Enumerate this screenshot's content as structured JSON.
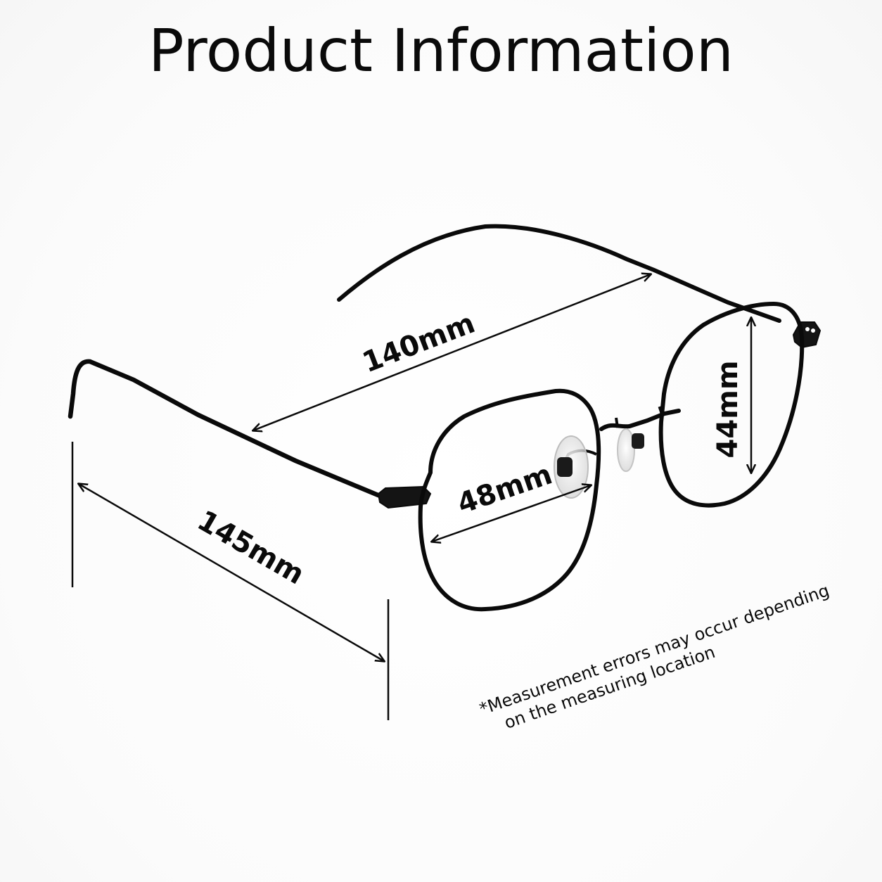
{
  "title": "Product Information",
  "dimensions": {
    "temple_span": "140mm",
    "lens_height": "44mm",
    "lens_width": "48mm",
    "temple_length": "145mm"
  },
  "note": {
    "line1": "*Measurement errors may occur depending",
    "line2": "on the measuring location"
  },
  "colors": {
    "frame": "#0a0a0a",
    "text": "#0a0a0a",
    "background": "#ffffff"
  }
}
